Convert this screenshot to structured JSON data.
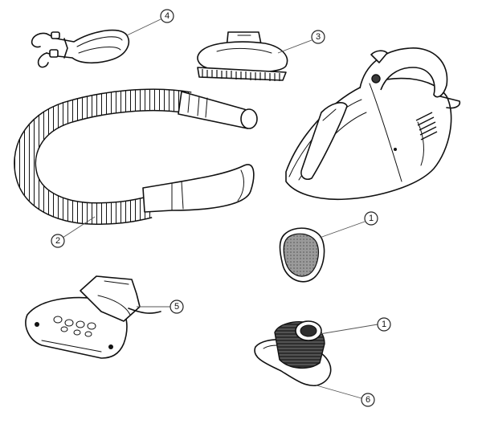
{
  "parts": [
    {
      "id": "strap",
      "number": "4",
      "icon": "shoulder-strap-icon"
    },
    {
      "id": "brush-nozzle",
      "number": "3",
      "icon": "brush-nozzle-icon"
    },
    {
      "id": "handheld-vacuum",
      "number": "",
      "icon": "handheld-vacuum-icon"
    },
    {
      "id": "flexible-hose",
      "number": "2",
      "icon": "flexible-hose-icon"
    },
    {
      "id": "filter-disc",
      "number": "1",
      "icon": "filter-disc-icon"
    },
    {
      "id": "turbo-brush",
      "number": "5",
      "icon": "turbo-brush-icon"
    },
    {
      "id": "cylinder-filter",
      "number": "1",
      "icon": "cylinder-filter-icon"
    },
    {
      "id": "filter-holder",
      "number": "6",
      "icon": "filter-holder-icon"
    }
  ],
  "colors": {
    "line": "#111111",
    "background": "#ffffff",
    "mesh": "#9a9a9a"
  }
}
